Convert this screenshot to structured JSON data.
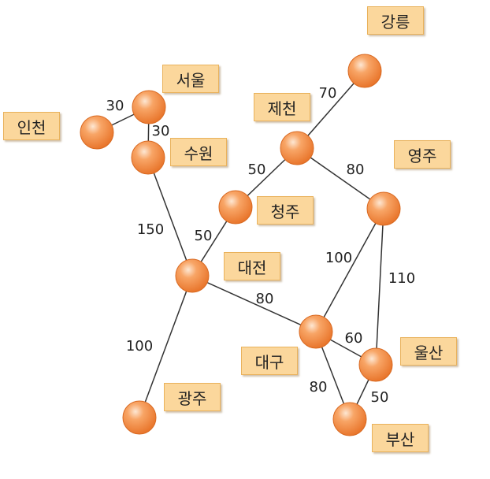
{
  "node_color": "#f58a3c",
  "label_color": "#fbd79c",
  "cities": {
    "gangneung": "강릉",
    "seoul": "서울",
    "incheon": "인천",
    "suwon": "수원",
    "jecheon": "제천",
    "yeongju": "영주",
    "cheongju": "청주",
    "daejeon": "대전",
    "daegu": "대구",
    "ulsan": "울산",
    "gwangju": "광주",
    "busan": "부산"
  },
  "edges": [
    {
      "from": "incheon",
      "to": "seoul",
      "weight": "30"
    },
    {
      "from": "seoul",
      "to": "suwon",
      "weight": "30"
    },
    {
      "from": "suwon",
      "to": "daejeon",
      "weight": "150"
    },
    {
      "from": "jecheon",
      "to": "gangneung",
      "weight": "70"
    },
    {
      "from": "jecheon",
      "to": "cheongju",
      "weight": "50"
    },
    {
      "from": "jecheon",
      "to": "yeongju",
      "weight": "80"
    },
    {
      "from": "cheongju",
      "to": "daejeon",
      "weight": "50"
    },
    {
      "from": "daejeon",
      "to": "daegu",
      "weight": "80"
    },
    {
      "from": "daejeon",
      "to": "gwangju",
      "weight": "100"
    },
    {
      "from": "yeongju",
      "to": "daegu",
      "weight": "100"
    },
    {
      "from": "yeongju",
      "to": "ulsan",
      "weight": "110"
    },
    {
      "from": "daegu",
      "to": "ulsan",
      "weight": "60"
    },
    {
      "from": "daegu",
      "to": "busan",
      "weight": "80"
    },
    {
      "from": "ulsan",
      "to": "busan",
      "weight": "50"
    }
  ]
}
